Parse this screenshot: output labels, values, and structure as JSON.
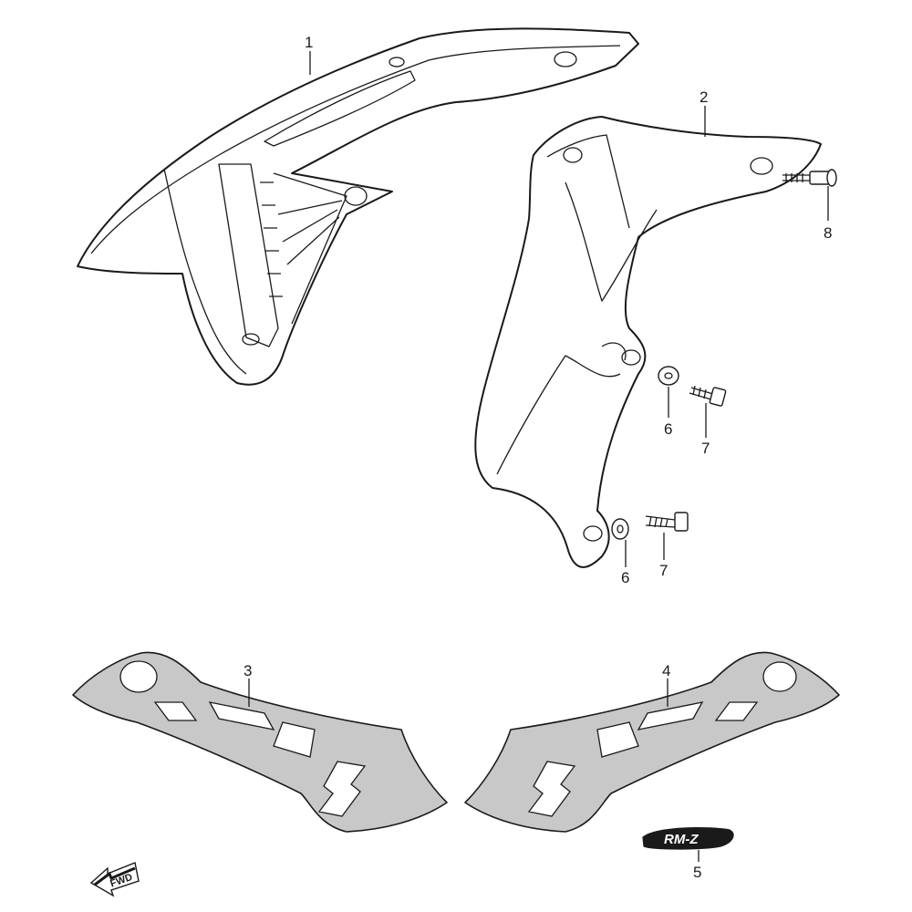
{
  "callouts": {
    "part_1": "1",
    "part_2": "2",
    "part_3": "3",
    "part_4": "4",
    "part_5": "5",
    "part_6_upper": "6",
    "part_6_lower": "6",
    "part_7_upper": "7",
    "part_7_lower": "7",
    "part_8": "8"
  },
  "emblem_text": "RM-Z",
  "direction_arrow_text": "FWD",
  "colors": {
    "line": "#1a1a1a",
    "decal_fill": "#c8c8c8",
    "background": "#ffffff"
  }
}
